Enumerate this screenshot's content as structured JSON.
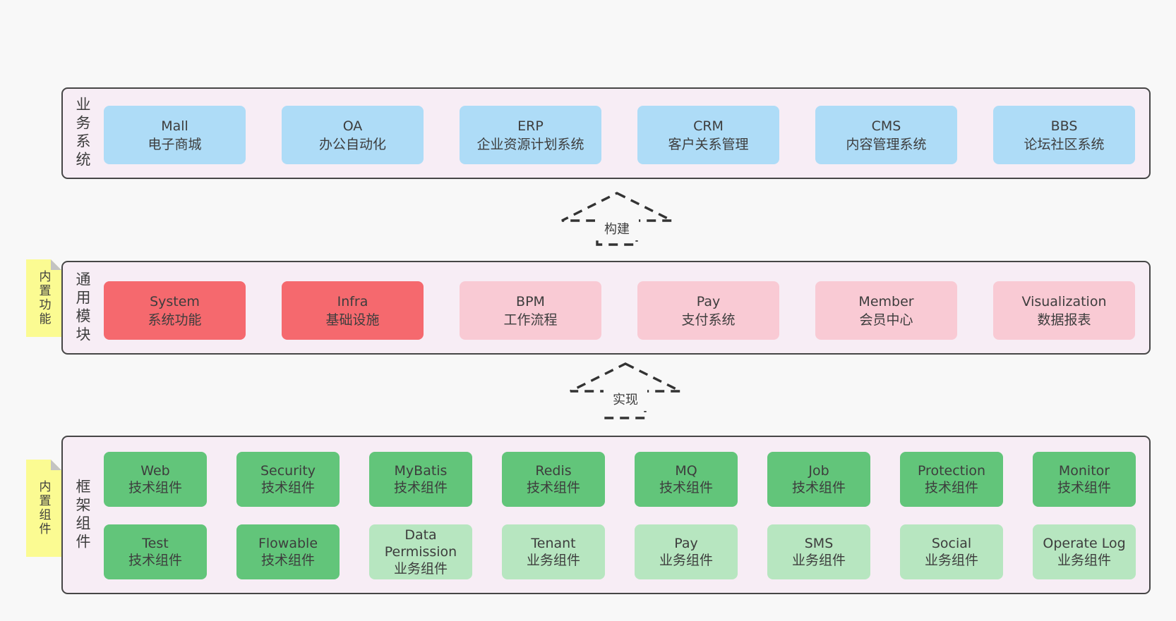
{
  "diagram": {
    "colors": {
      "page_bg": "#f8f8f8",
      "panel_bg": "#f7edf5",
      "panel_border": "#464646",
      "box_blue": "#aedcf7",
      "box_red": "#f5696e",
      "box_pink": "#f9cad4",
      "box_green": "#62c57a",
      "box_green_light": "#b7e6c0",
      "note_yellow": "#fbfb92",
      "note_fold_gray": "#c3c3c3",
      "text": "#3d3d3d"
    },
    "arrows": [
      {
        "label": "构建"
      },
      {
        "label": "实现"
      }
    ],
    "panels": [
      {
        "side_label": "业务系统",
        "rows": [
          [
            {
              "title": "Mall",
              "subtitle": "电子商城"
            },
            {
              "title": "OA",
              "subtitle": "办公自动化"
            },
            {
              "title": "ERP",
              "subtitle": "企业资源计划系统"
            },
            {
              "title": "CRM",
              "subtitle": "客户关系管理"
            },
            {
              "title": "CMS",
              "subtitle": "内容管理系统"
            },
            {
              "title": "BBS",
              "subtitle": "论坛社区系统"
            }
          ]
        ]
      },
      {
        "side_label": "通用模块",
        "note_label": "内置功能",
        "rows": [
          [
            {
              "title": "System",
              "subtitle": "系统功能"
            },
            {
              "title": "Infra",
              "subtitle": "基础设施"
            },
            {
              "title": "BPM",
              "subtitle": "工作流程"
            },
            {
              "title": "Pay",
              "subtitle": "支付系统"
            },
            {
              "title": "Member",
              "subtitle": "会员中心"
            },
            {
              "title": "Visualization",
              "subtitle": "数据报表"
            }
          ]
        ]
      },
      {
        "side_label": "框架组件",
        "note_label": "内置组件",
        "rows": [
          [
            {
              "title": "Web",
              "subtitle": "技术组件"
            },
            {
              "title": "Security",
              "subtitle": "技术组件"
            },
            {
              "title": "MyBatis",
              "subtitle": "技术组件"
            },
            {
              "title": "Redis",
              "subtitle": "技术组件"
            },
            {
              "title": "MQ",
              "subtitle": "技术组件"
            },
            {
              "title": "Job",
              "subtitle": "技术组件"
            },
            {
              "title": "Protection",
              "subtitle": "技术组件"
            },
            {
              "title": "Monitor",
              "subtitle": "技术组件"
            }
          ],
          [
            {
              "title": "Test",
              "subtitle": "技术组件"
            },
            {
              "title": "Flowable",
              "subtitle": "技术组件"
            },
            {
              "title": "Data Permission",
              "subtitle": "业务组件"
            },
            {
              "title": "Tenant",
              "subtitle": "业务组件"
            },
            {
              "title": "Pay",
              "subtitle": "业务组件"
            },
            {
              "title": "SMS",
              "subtitle": "业务组件"
            },
            {
              "title": "Social",
              "subtitle": "业务组件"
            },
            {
              "title": "Operate Log",
              "subtitle": "业务组件"
            }
          ]
        ]
      }
    ]
  }
}
